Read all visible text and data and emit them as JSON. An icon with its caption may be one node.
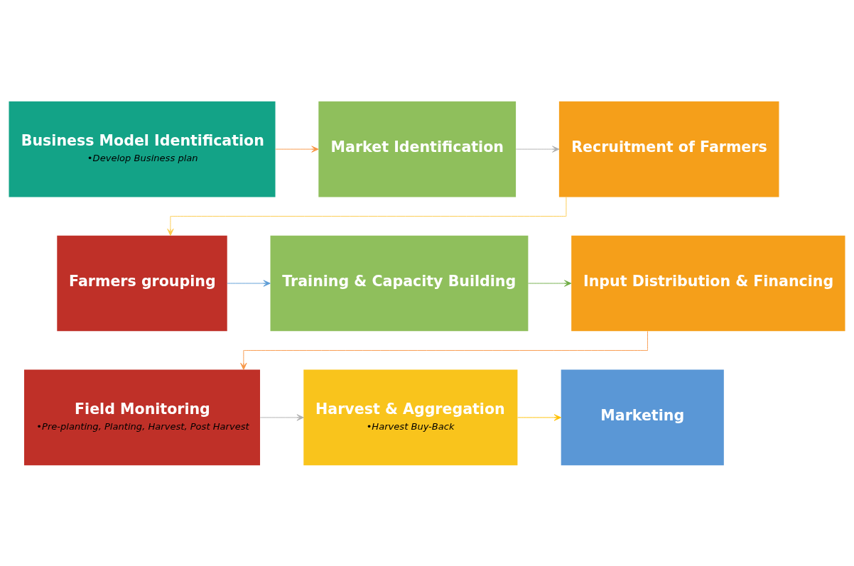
{
  "diagram": {
    "nodes": [
      {
        "text": [
          "Business Model Identification",
          "•Develop Business plan"
        ]
      },
      {
        "text": [
          "Market Identification"
        ]
      },
      {
        "text": [
          "Recruitment of Farmers"
        ]
      },
      {
        "text": [
          "Farmers grouping"
        ]
      },
      {
        "text": [
          "Training & Capacity Building"
        ]
      },
      {
        "text": [
          "Input Distribution & Financing"
        ]
      },
      {
        "text": [
          "Field Monitoring",
          "•Pre-planting, Planting, Harvest, Post Harvest"
        ]
      },
      {
        "text": [
          "Harvest & Aggregation",
          "•Harvest Buy-Back"
        ]
      },
      {
        "text": [
          "Marketing"
        ]
      }
    ],
    "edges": [
      {
        "from": 0,
        "to": 1,
        "arrow": "to",
        "color": "#f79646"
      },
      {
        "from": 1,
        "to": 2,
        "arrow": "to",
        "color": "#b0b0b0"
      },
      {
        "from": 2,
        "to": 3,
        "arrow": "to",
        "color": "#fcc94a"
      },
      {
        "from": 3,
        "to": 4,
        "arrow": "to",
        "color": "#5b9bd5"
      },
      {
        "from": 4,
        "to": 5,
        "arrow": "to",
        "color": "#70ad47"
      },
      {
        "from": 5,
        "to": 6,
        "arrow": "to",
        "color": "#f79646"
      },
      {
        "from": 6,
        "to": 7,
        "arrow": "to",
        "color": "#b0b0b0"
      },
      {
        "from": 7,
        "to": 8,
        "arrow": "to",
        "color": "#ffc000"
      }
    ]
  }
}
